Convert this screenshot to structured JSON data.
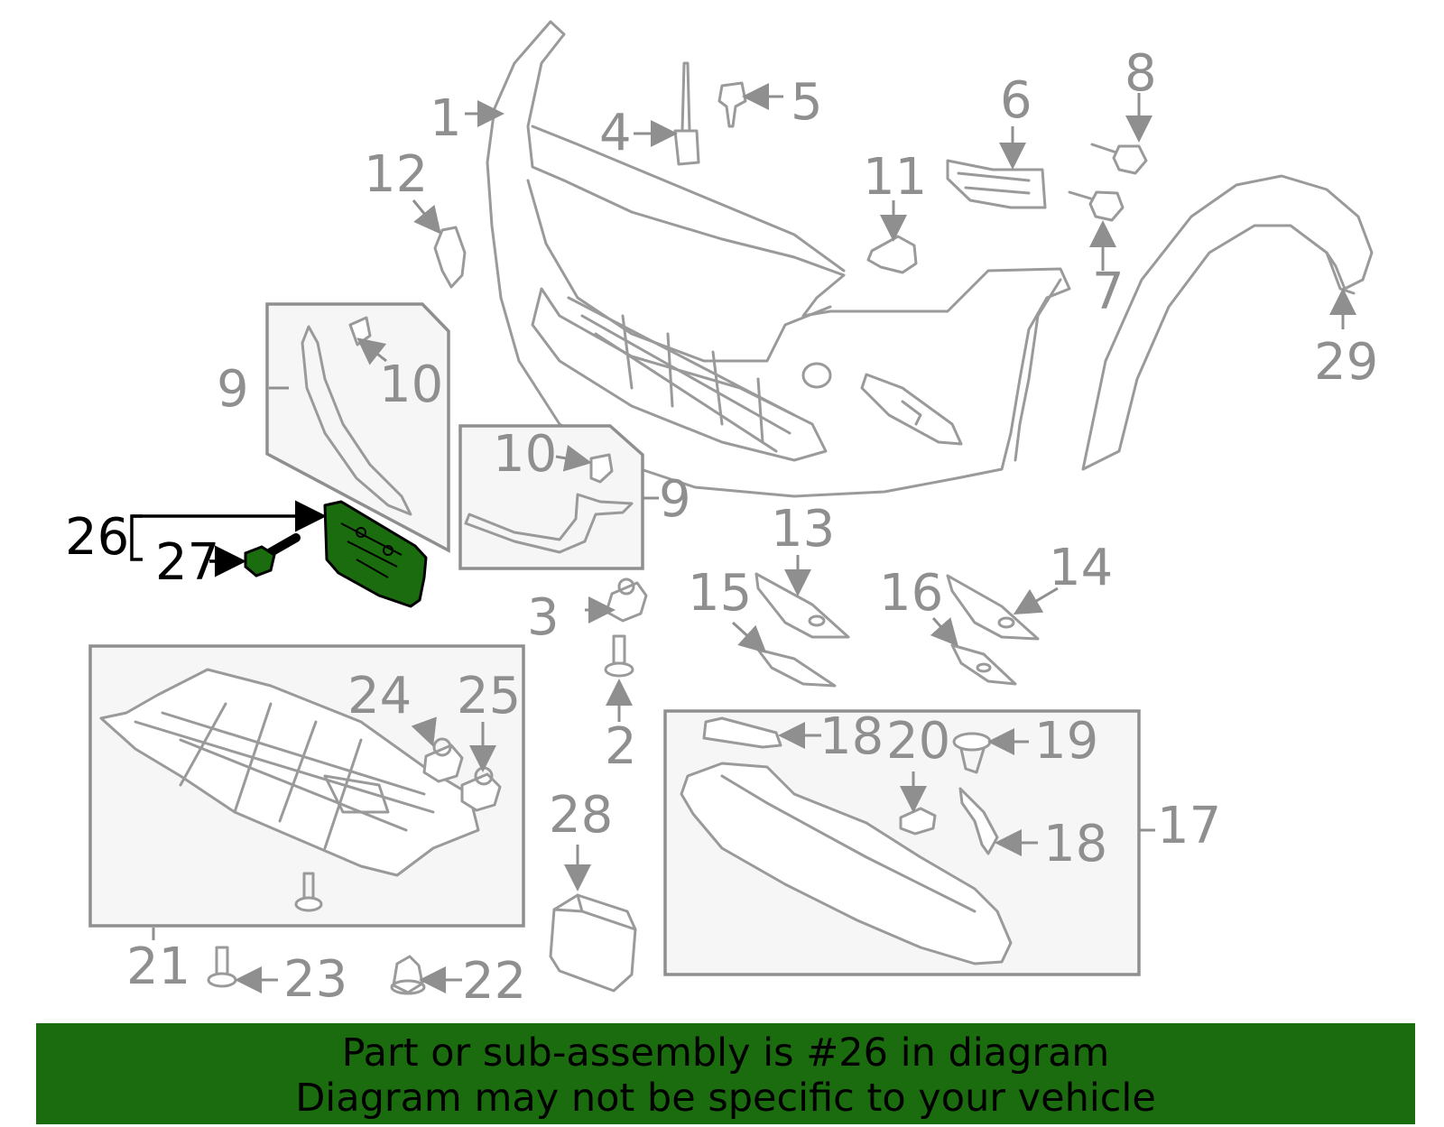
{
  "labels": {
    "p1": "1",
    "p2": "2",
    "p3": "3",
    "p4": "4",
    "p5": "5",
    "p6": "6",
    "p7": "7",
    "p8": "8",
    "p9a": "9",
    "p9b": "9",
    "p10a": "10",
    "p10b": "10",
    "p11": "11",
    "p12": "12",
    "p13": "13",
    "p14": "14",
    "p15": "15",
    "p16": "16",
    "p17": "17",
    "p18a": "18",
    "p18b": "18",
    "p19": "19",
    "p20": "20",
    "p21": "21",
    "p22": "22",
    "p23": "23",
    "p24": "24",
    "p25": "25",
    "p26": "26",
    "p27": "27",
    "p28": "28",
    "p29": "29"
  },
  "highlight": {
    "part_number": "26",
    "color": "#1b6b0f"
  },
  "banner": {
    "line1": "Part or sub-assembly is #26 in diagram",
    "line2": "Diagram may not be specific to your vehicle",
    "background": "#1b6b0f"
  }
}
